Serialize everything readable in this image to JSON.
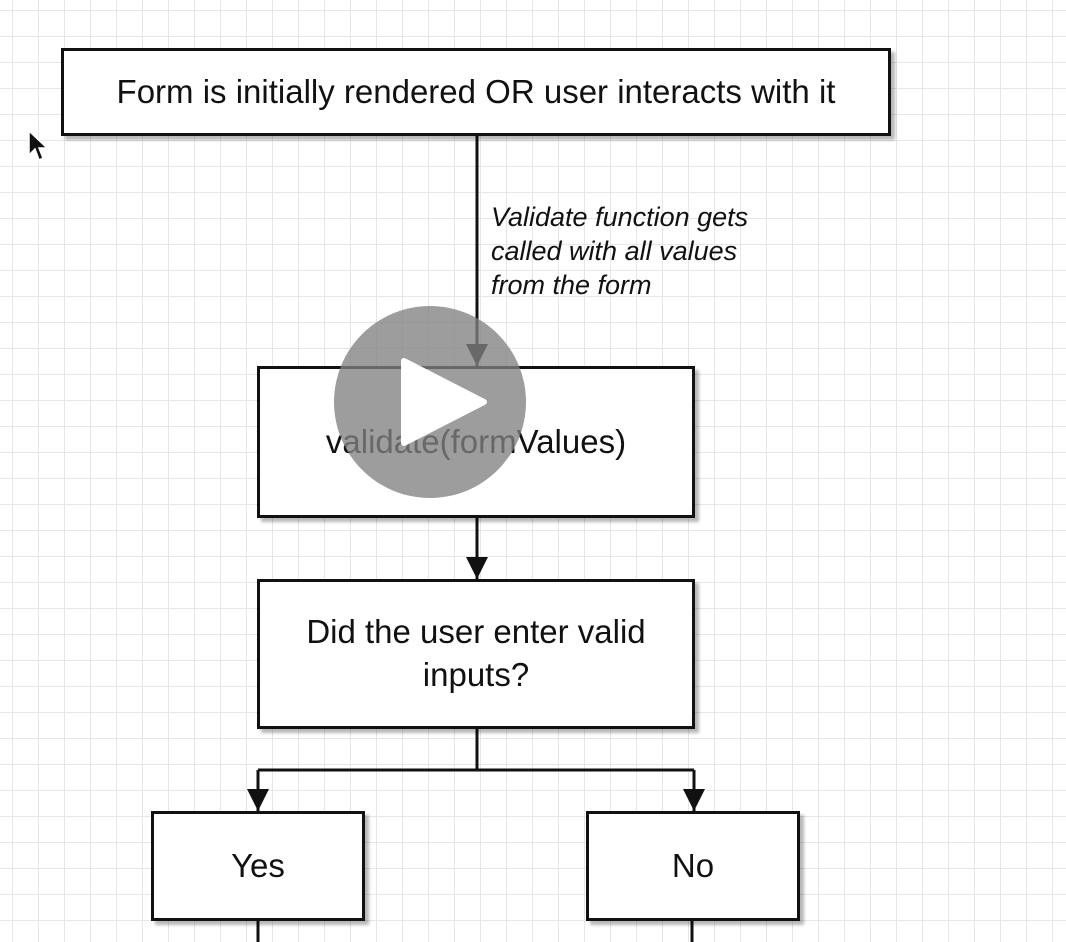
{
  "diagram": {
    "nodes": {
      "form_rendered": "Form is initially rendered OR user interacts with it",
      "validate_call": "validate(formValues)",
      "valid_inputs_question": "Did the user enter valid inputs?",
      "yes": "Yes",
      "no": "No"
    },
    "edge_label": {
      "line1": "Validate function gets",
      "line2": "called with all values",
      "line3": "from the form"
    }
  },
  "video": {
    "play_icon": "play-icon"
  },
  "colors": {
    "line": "#111111",
    "grid": "#e6e6e6",
    "play_overlay": "#828282"
  }
}
